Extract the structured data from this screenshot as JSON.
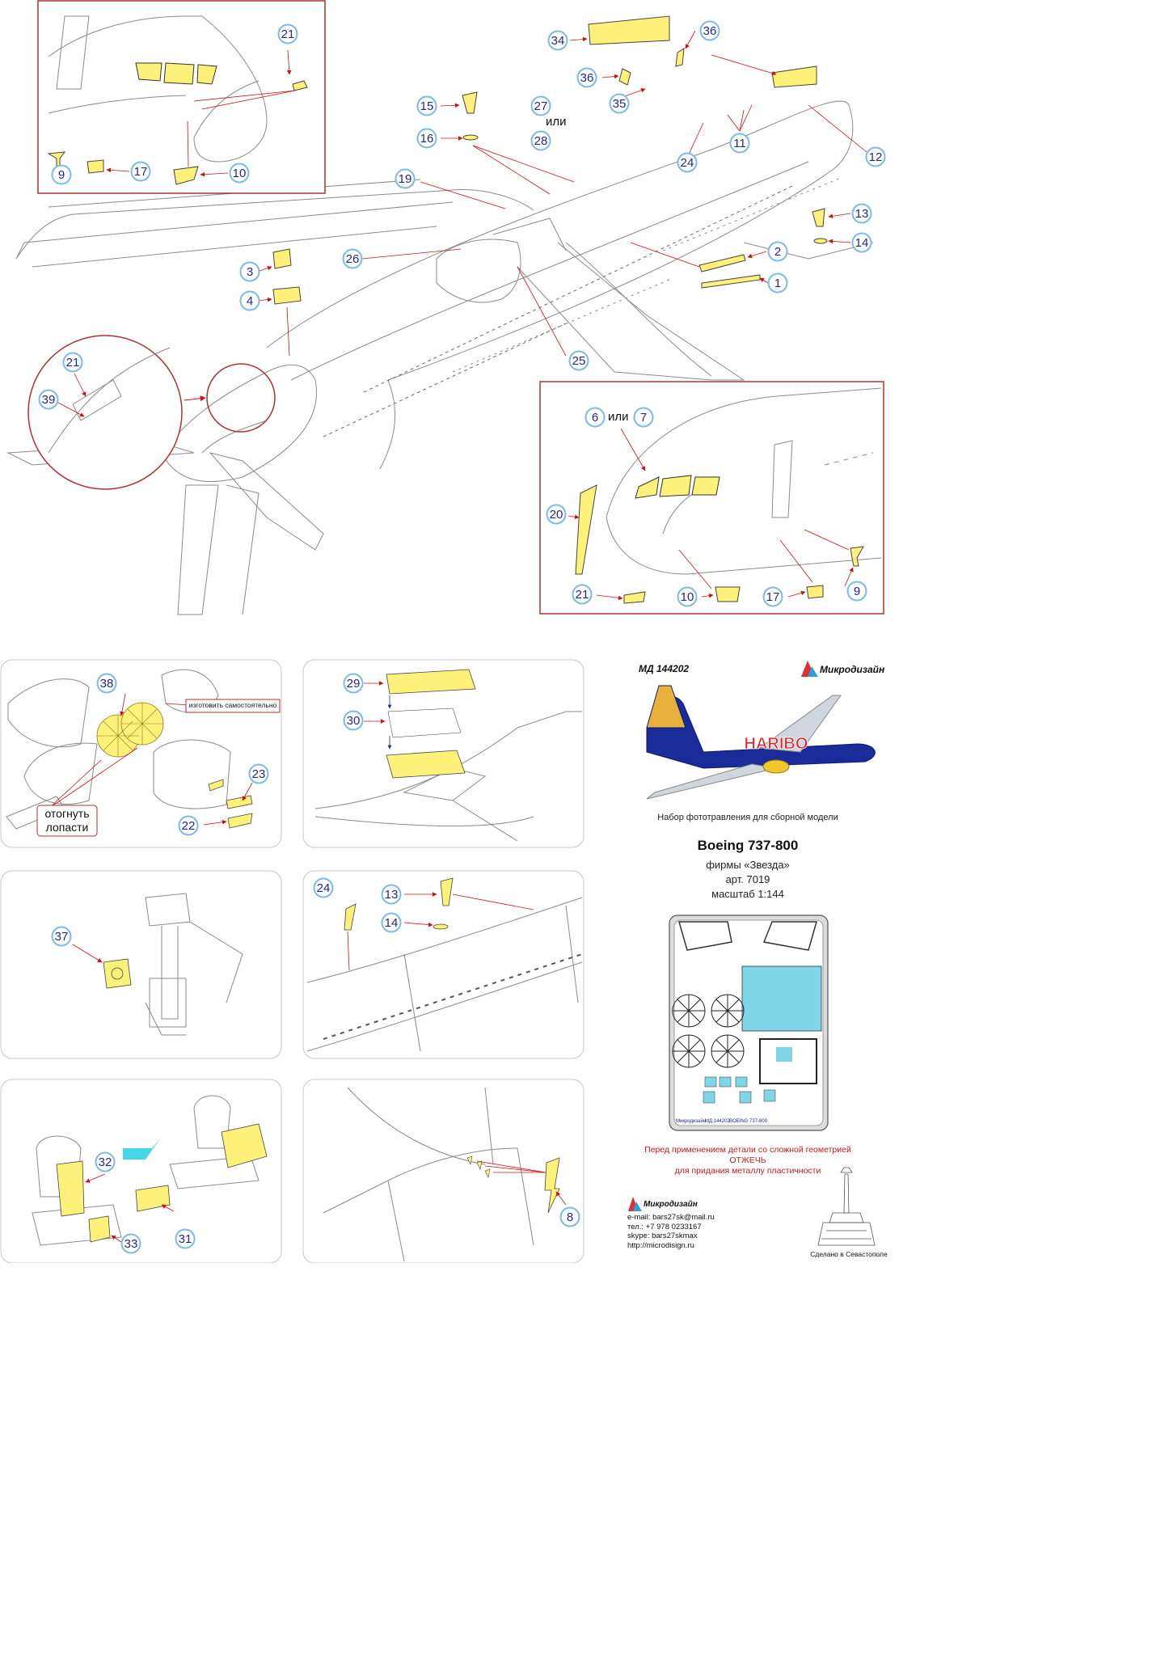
{
  "header": {
    "article_code": "МД 144202",
    "brand": "Микродизайн"
  },
  "info": {
    "set_line": "Набор фототравления для сборной модели",
    "model": "Boeing 737-800",
    "maker": "фирмы «Звезда»",
    "article": "арт. 7019",
    "scale": "масштаб 1:144",
    "livery_text": "HARIBO"
  },
  "warning": {
    "line1": "Перед применением детали со сложной геометрией",
    "line2": "ОТЖЕЧЬ",
    "line3": "для придания металлу пластичности"
  },
  "contacts": {
    "brand": "Микродизайн",
    "email": "e-mail: bars27sk@mail.ru",
    "phone": "тел.: +7 978 0233167",
    "skype": "skype: bars27skmax",
    "site": "http://microdisign.ru"
  },
  "footer": {
    "made_in": "Сделано в Севастополе"
  },
  "notes": {
    "or_1": "или",
    "or_2": "или",
    "make_yourself": "изготовить самостоятельно",
    "bend_blades_1": "отогнуть",
    "bend_blades_2": "лопасти"
  },
  "fret_labels": {
    "brand": "Микродизайн",
    "code": "МД 144202",
    "model": "BOEING 737-800"
  },
  "colors": {
    "part_fill": "#fef17a",
    "callout_ring": "#7bbbe8",
    "arrow": "#cc1111",
    "marker": "#1c2a8a",
    "etch_cyan": "#7fd6e6",
    "frame_red": "#b03030"
  },
  "callouts": [
    {
      "id": "c21a",
      "label": "21"
    },
    {
      "id": "c9a",
      "label": "9"
    },
    {
      "id": "c17a",
      "label": "17"
    },
    {
      "id": "c10a",
      "label": "10"
    },
    {
      "id": "c34",
      "label": "34"
    },
    {
      "id": "c36a",
      "label": "36"
    },
    {
      "id": "c36b",
      "label": "36"
    },
    {
      "id": "c35",
      "label": "35"
    },
    {
      "id": "c15",
      "label": "15"
    },
    {
      "id": "c16",
      "label": "16"
    },
    {
      "id": "c27",
      "label": "27"
    },
    {
      "id": "c28",
      "label": "28"
    },
    {
      "id": "c12",
      "label": "12"
    },
    {
      "id": "c11",
      "label": "11"
    },
    {
      "id": "c24a",
      "label": "24"
    },
    {
      "id": "c19",
      "label": "19"
    },
    {
      "id": "c13a",
      "label": "13"
    },
    {
      "id": "c14a",
      "label": "14"
    },
    {
      "id": "c2",
      "label": "2"
    },
    {
      "id": "c1",
      "label": "1"
    },
    {
      "id": "c3",
      "label": "3"
    },
    {
      "id": "c26",
      "label": "26"
    },
    {
      "id": "c4",
      "label": "4"
    },
    {
      "id": "c25",
      "label": "25"
    },
    {
      "id": "c21b",
      "label": "21"
    },
    {
      "id": "c39",
      "label": "39"
    },
    {
      "id": "c6",
      "label": "6"
    },
    {
      "id": "c7",
      "label": "7"
    },
    {
      "id": "c20",
      "label": "20"
    },
    {
      "id": "c21c",
      "label": "21"
    },
    {
      "id": "c10b",
      "label": "10"
    },
    {
      "id": "c17b",
      "label": "17"
    },
    {
      "id": "c9b",
      "label": "9"
    },
    {
      "id": "c38",
      "label": "38"
    },
    {
      "id": "c23",
      "label": "23"
    },
    {
      "id": "c22",
      "label": "22"
    },
    {
      "id": "c29",
      "label": "29"
    },
    {
      "id": "c30",
      "label": "30"
    },
    {
      "id": "c37",
      "label": "37"
    },
    {
      "id": "c24b",
      "label": "24"
    },
    {
      "id": "c13b",
      "label": "13"
    },
    {
      "id": "c14b",
      "label": "14"
    },
    {
      "id": "c32",
      "label": "32"
    },
    {
      "id": "c31",
      "label": "31"
    },
    {
      "id": "c33",
      "label": "33"
    },
    {
      "id": "c8",
      "label": "8"
    }
  ]
}
